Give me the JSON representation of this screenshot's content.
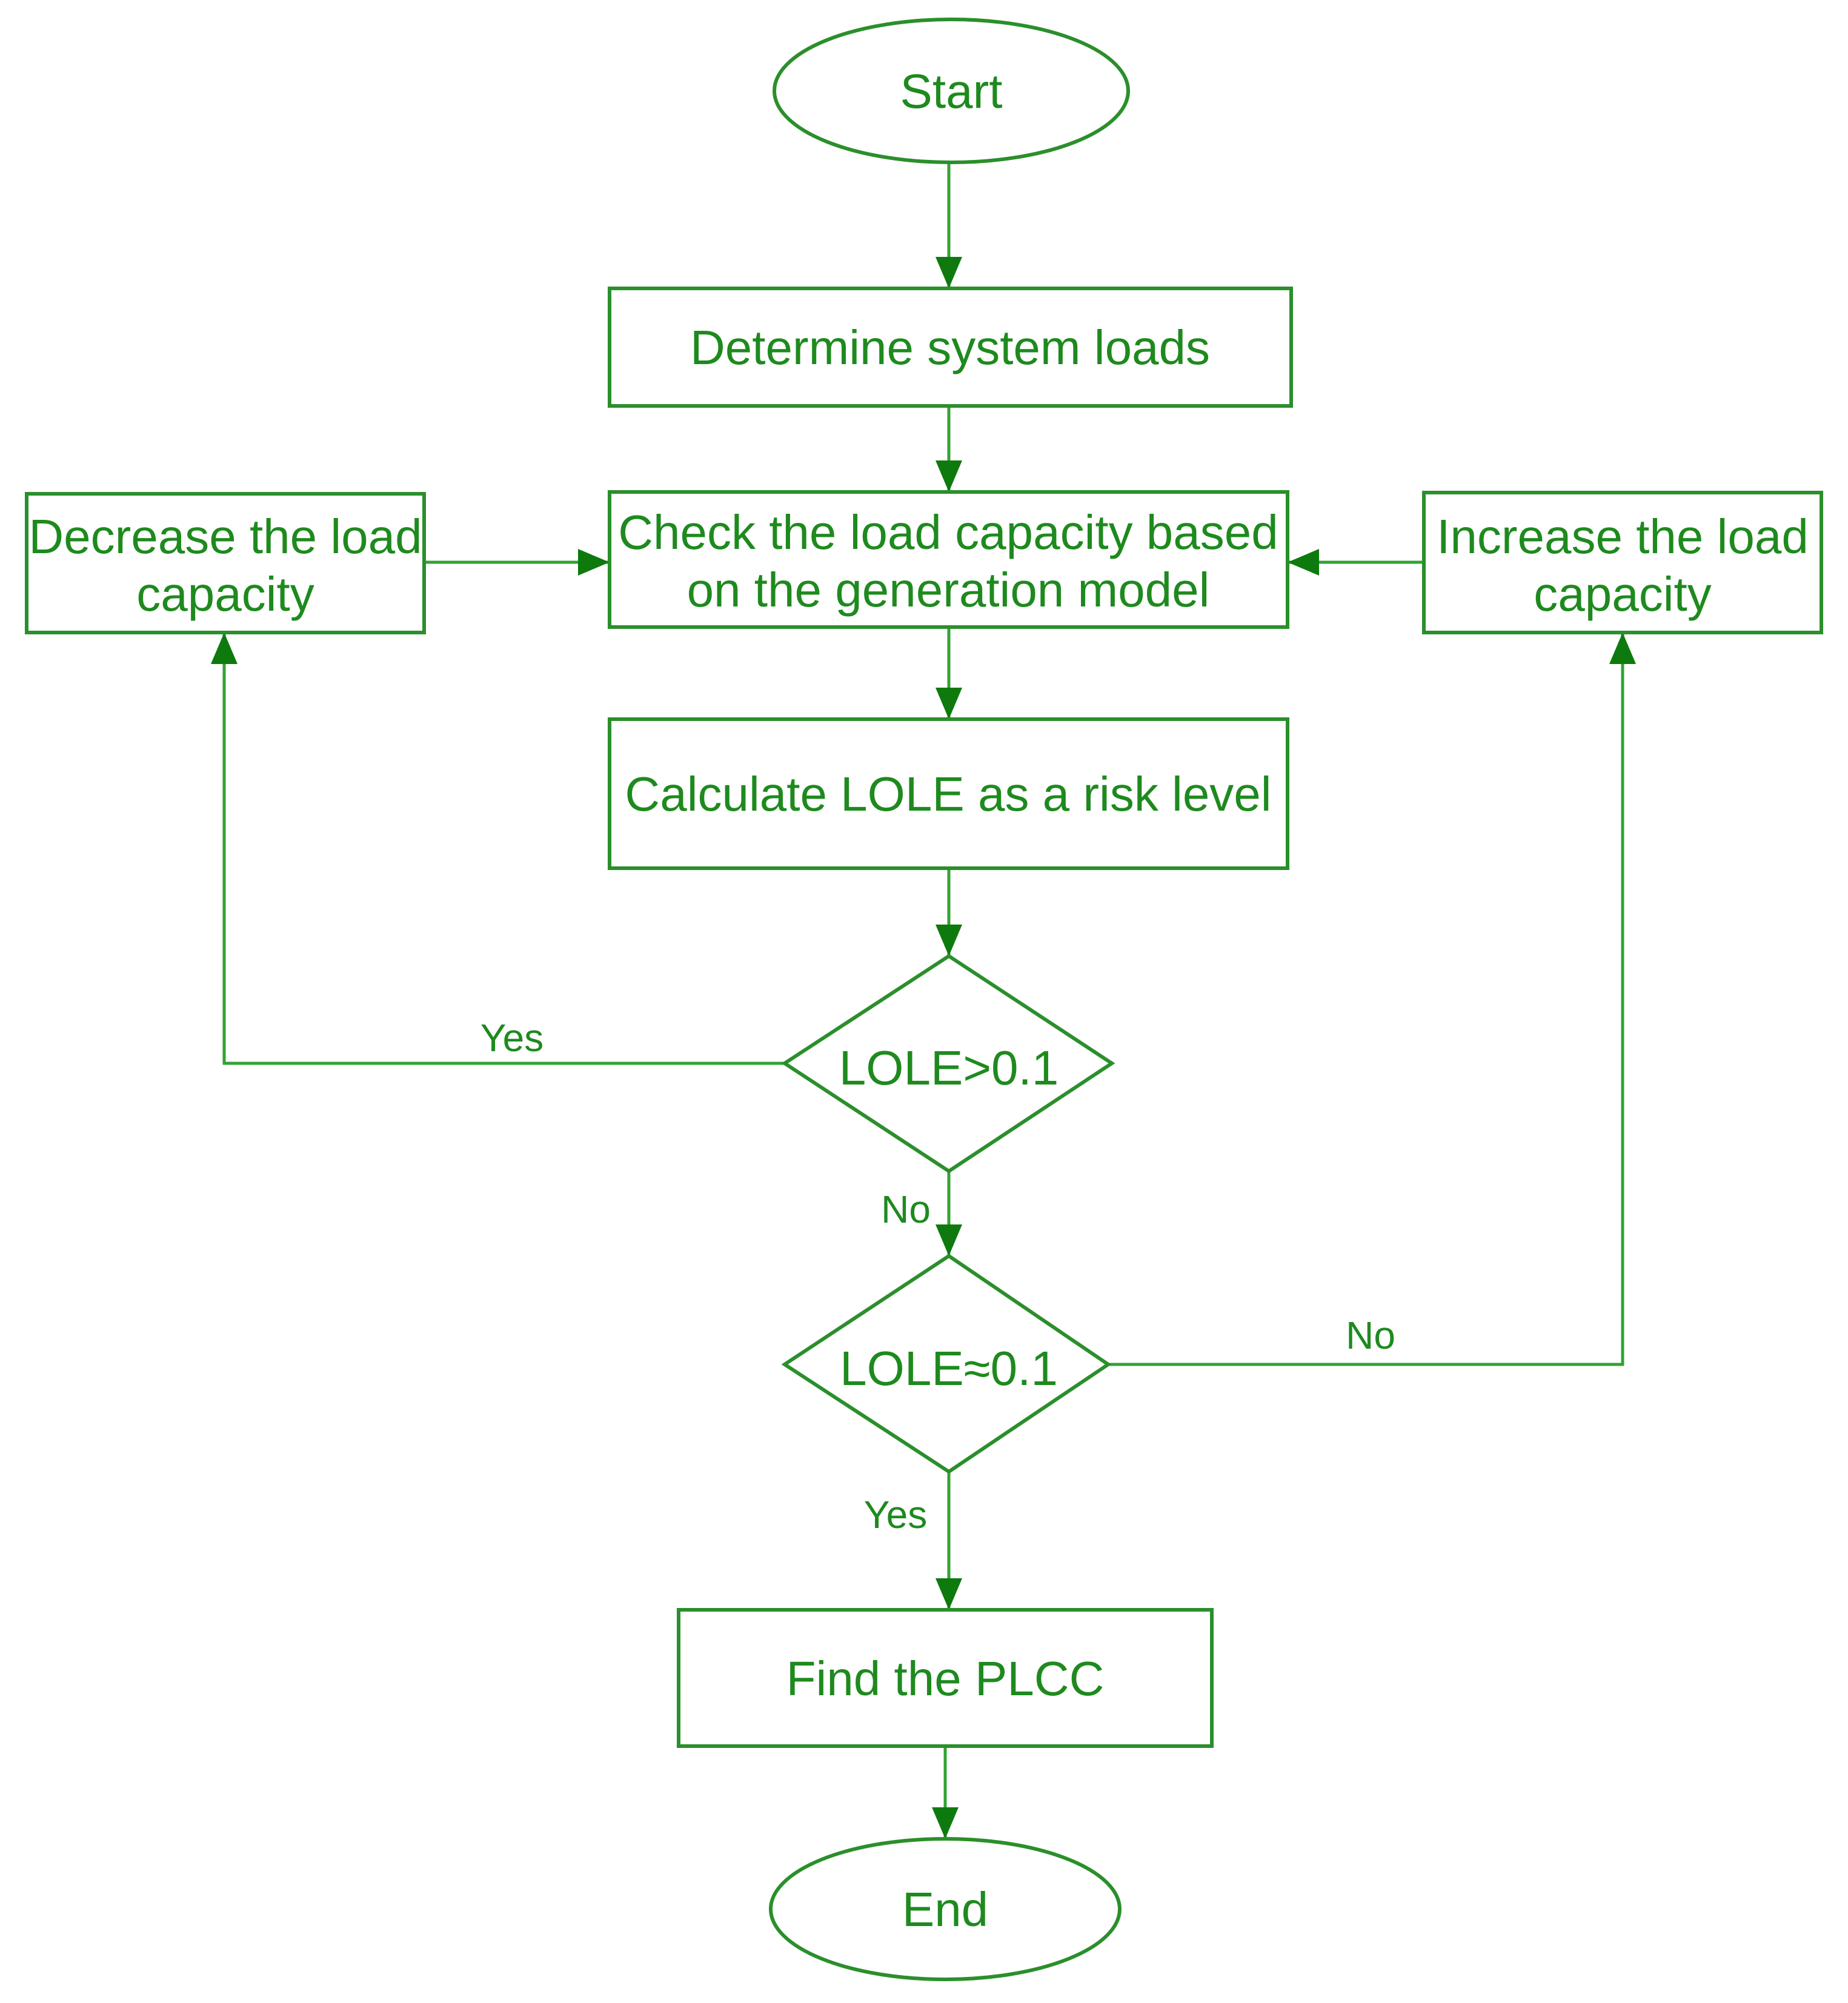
{
  "colors": {
    "line": "#31a331",
    "border": "#2b8f2b",
    "text": "#1e8a1e",
    "arrow": "#0e7a0e",
    "background": "#ffffff"
  },
  "nodes": {
    "start": {
      "type": "terminator",
      "label": "Start"
    },
    "determine_loads": {
      "type": "process",
      "label": "Determine system loads"
    },
    "check_capacity": {
      "type": "process",
      "label": "Check the load capacity based on the generation model",
      "lines": [
        "Check the load capacity based",
        "on the generation model"
      ]
    },
    "decrease_capacity": {
      "type": "process",
      "label": "Decrease the load capacity",
      "lines": [
        "Decrease the load",
        "capacity"
      ]
    },
    "increase_capacity": {
      "type": "process",
      "label": "Increase the load capacity",
      "lines": [
        "Increase the load",
        "capacity"
      ]
    },
    "calculate_lole": {
      "type": "process",
      "label": "Calculate LOLE as a risk level"
    },
    "lole_gt_decision": {
      "type": "decision",
      "label": "LOLE>0.1"
    },
    "lole_approx_decision": {
      "type": "decision",
      "label": "LOLE≈0.1"
    },
    "find_plcc": {
      "type": "process",
      "label": "Find the PLCC"
    },
    "end": {
      "type": "terminator",
      "label": "End"
    }
  },
  "edge_labels": {
    "lole_gt_yes": "Yes",
    "lole_gt_no": "No",
    "lole_approx_no": "No",
    "lole_approx_yes": "Yes"
  }
}
